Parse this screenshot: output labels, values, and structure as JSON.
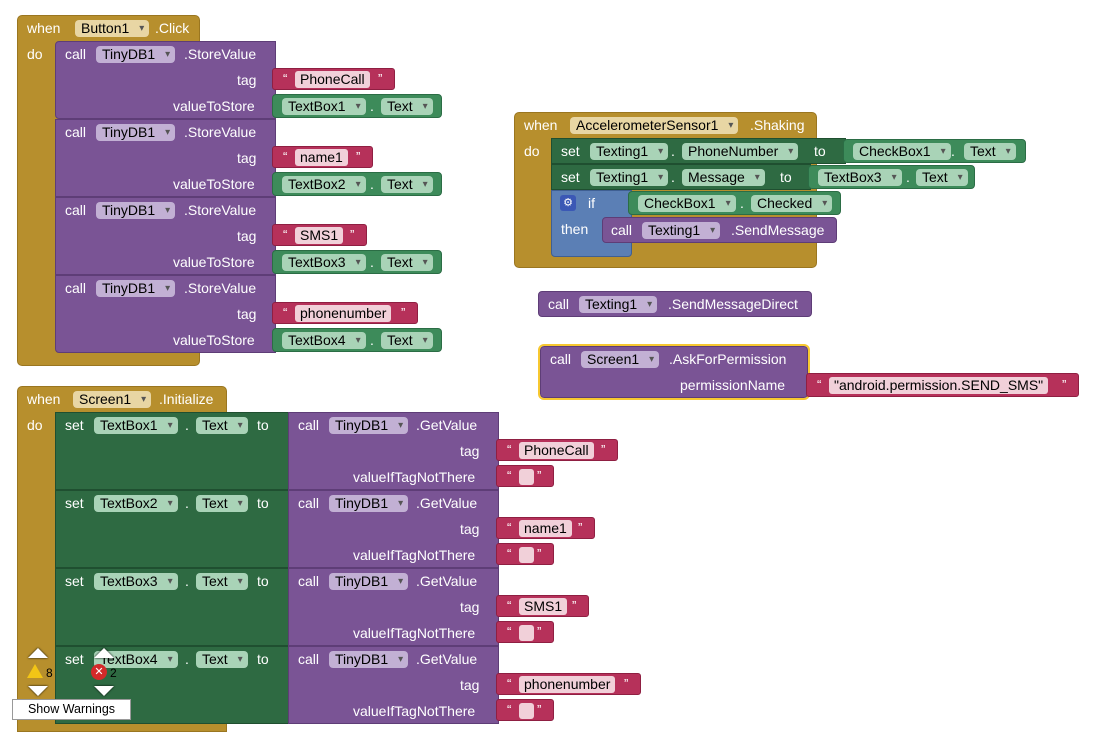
{
  "blocks": {
    "button_click": {
      "when": "when",
      "component": "Button1",
      "event": ".Click",
      "do": "do",
      "calls": [
        {
          "call": "call",
          "component": "TinyDB1",
          "method": ".StoreValue",
          "tag_label": "tag",
          "tag": "PhoneCall",
          "value_label": "valueToStore",
          "value_component": "TextBox1",
          "value_property": "Text"
        },
        {
          "call": "call",
          "component": "TinyDB1",
          "method": ".StoreValue",
          "tag_label": "tag",
          "tag": "name1",
          "value_label": "valueToStore",
          "value_component": "TextBox2",
          "value_property": "Text"
        },
        {
          "call": "call",
          "component": "TinyDB1",
          "method": ".StoreValue",
          "tag_label": "tag",
          "tag": "SMS1",
          "value_label": "valueToStore",
          "value_component": "TextBox3",
          "value_property": "Text"
        },
        {
          "call": "call",
          "component": "TinyDB1",
          "method": ".StoreValue",
          "tag_label": "tag",
          "tag": "phonenumber",
          "value_label": "valueToStore",
          "value_component": "TextBox4",
          "value_property": "Text"
        }
      ]
    },
    "screen_init": {
      "when": "when",
      "component": "Screen1",
      "event": ".Initialize",
      "do": "do",
      "sets": [
        {
          "set": "set",
          "component": "TextBox1",
          "property": "Text",
          "to": "to",
          "call": "call",
          "db": "TinyDB1",
          "method": ".GetValue",
          "tag_label": "tag",
          "tag": "PhoneCall",
          "default_label": "valueIfTagNotThere"
        },
        {
          "set": "set",
          "component": "TextBox2",
          "property": "Text",
          "to": "to",
          "call": "call",
          "db": "TinyDB1",
          "method": ".GetValue",
          "tag_label": "tag",
          "tag": "name1",
          "default_label": "valueIfTagNotThere"
        },
        {
          "set": "set",
          "component": "TextBox3",
          "property": "Text",
          "to": "to",
          "call": "call",
          "db": "TinyDB1",
          "method": ".GetValue",
          "tag_label": "tag",
          "tag": "SMS1",
          "default_label": "valueIfTagNotThere"
        },
        {
          "set": "set",
          "component": "TextBox4",
          "property": "Text",
          "to": "to",
          "call": "call",
          "db": "TinyDB1",
          "method": ".GetValue",
          "tag_label": "tag",
          "tag": "phonenumber",
          "default_label": "valueIfTagNotThere"
        }
      ]
    },
    "shaking": {
      "when": "when",
      "component": "AccelerometerSensor1",
      "event": ".Shaking",
      "do": "do",
      "set1": {
        "set": "set",
        "component": "Texting1",
        "property": "PhoneNumber",
        "to": "to",
        "value_component": "CheckBox1",
        "value_property": "Text"
      },
      "set2": {
        "set": "set",
        "component": "Texting1",
        "property": "Message",
        "to": "to",
        "value_component": "TextBox3",
        "value_property": "Text"
      },
      "if": {
        "if": "if",
        "component": "CheckBox1",
        "property": "Checked",
        "then": "then"
      },
      "then_call": {
        "call": "call",
        "component": "Texting1",
        "method": ".SendMessage"
      }
    },
    "direct": {
      "call": "call",
      "component": "Texting1",
      "method": ".SendMessageDirect"
    },
    "permission": {
      "call": "call",
      "component": "Screen1",
      "method": ".AskForPermission",
      "arg_label": "permissionName",
      "arg": "\"android.permission.SEND_SMS\""
    }
  },
  "workspace": {
    "warning_count": "8",
    "error_count": "2",
    "show_warnings_label": "Show Warnings"
  },
  "glyphs": {
    "open_quote": "“",
    "close_quote": "”",
    "dot": "."
  },
  "colors": {
    "event": "#b78f2d",
    "procedure": "#7a5495",
    "setter": "#2e6a42",
    "component": "#3d8b5a",
    "text": "#b6315a"
  }
}
